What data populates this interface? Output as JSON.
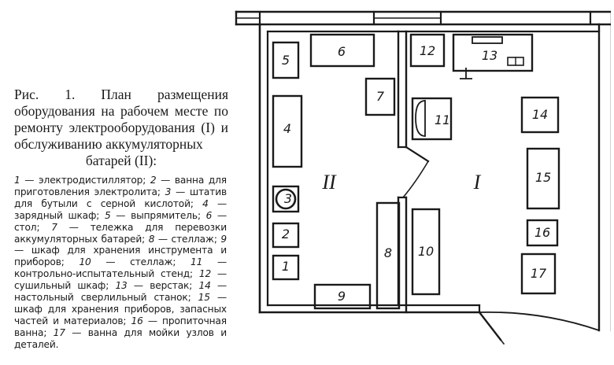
{
  "figure": {
    "caption_title": "Рис. 1. План размещения оборудования на рабочем месте по ремонту электрооборудования (I) и обслуживанию аккумуляторных",
    "caption_tail": "батарей (II):",
    "legend": [
      {
        "num": "1",
        "text": "электродистиллятор"
      },
      {
        "num": "2",
        "text": "ванна для приготовления электролита"
      },
      {
        "num": "3",
        "text": "штатив для бутыли с серной кислотой"
      },
      {
        "num": "4",
        "text": "зарядный шкаф"
      },
      {
        "num": "5",
        "text": "выпрямитель"
      },
      {
        "num": "6",
        "text": "стол"
      },
      {
        "num": "7",
        "text": "тележка для перевозки аккумуляторных батарей"
      },
      {
        "num": "8",
        "text": "стеллаж"
      },
      {
        "num": "9",
        "text": "шкаф для хранения инструмента и приборов"
      },
      {
        "num": "10",
        "text": "стеллаж"
      },
      {
        "num": "11",
        "text": "контрольно-испытательный стенд"
      },
      {
        "num": "12",
        "text": "сушильный шкаф"
      },
      {
        "num": "13",
        "text": "верстак"
      },
      {
        "num": "14",
        "text": "настольный сверлильный станок"
      },
      {
        "num": "15",
        "text": "шкаф для хранения приборов, запасных частей и материалов"
      },
      {
        "num": "16",
        "text": "пропиточная ванна"
      },
      {
        "num": "17",
        "text": "ванна для мойки узлов и деталей."
      }
    ]
  },
  "plan": {
    "rooms": [
      {
        "id": "II",
        "label": "II"
      },
      {
        "id": "I",
        "label": "I"
      }
    ],
    "equipment": [
      {
        "num": "1"
      },
      {
        "num": "2"
      },
      {
        "num": "3"
      },
      {
        "num": "4"
      },
      {
        "num": "5"
      },
      {
        "num": "6"
      },
      {
        "num": "7"
      },
      {
        "num": "8"
      },
      {
        "num": "9"
      },
      {
        "num": "10"
      },
      {
        "num": "11"
      },
      {
        "num": "12"
      },
      {
        "num": "13"
      },
      {
        "num": "14"
      },
      {
        "num": "15"
      },
      {
        "num": "16"
      },
      {
        "num": "17"
      }
    ]
  }
}
